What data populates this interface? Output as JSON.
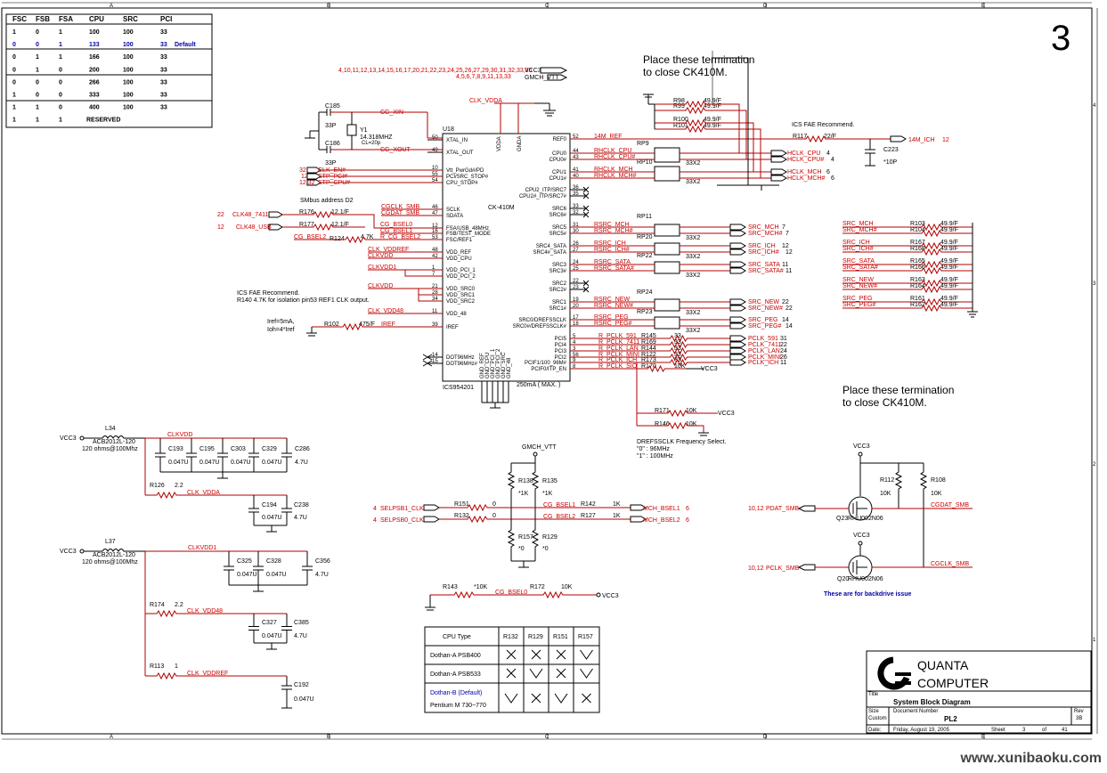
{
  "page_number": "3",
  "fsc_table": {
    "headers": [
      "FSC",
      "FSB",
      "FSA",
      "CPU",
      "SRC",
      "PCI"
    ],
    "rows": [
      [
        "1",
        "0",
        "1",
        "100",
        "100",
        "33",
        ""
      ],
      [
        "0",
        "0",
        "1",
        "133",
        "100",
        "33",
        "Default"
      ],
      [
        "0",
        "1",
        "1",
        "166",
        "100",
        "33",
        ""
      ],
      [
        "0",
        "1",
        "0",
        "200",
        "100",
        "33",
        ""
      ],
      [
        "0",
        "0",
        "0",
        "266",
        "100",
        "33",
        ""
      ],
      [
        "1",
        "0",
        "0",
        "333",
        "100",
        "33",
        ""
      ],
      [
        "1",
        "1",
        "0",
        "400",
        "100",
        "33",
        ""
      ],
      [
        "1",
        "1",
        "1",
        "RESERVED",
        "",
        "",
        ""
      ]
    ]
  },
  "notes": {
    "termination_top_1": "Place these termination",
    "termination_top_2": "to close CK410M.",
    "termination_mid_1": "Place these termination",
    "termination_mid_2": "to close CK410M.",
    "ics_fae_right": "ICS FAE Recommend.",
    "smbus": "SMbus address D2",
    "ics_fae_left_1": "ICS FAE Recommend.",
    "ics_fae_left_2": "R140 4.7K for isolation pin53 REF1 CLK output.",
    "iref_1": "Iref=5mA,",
    "iref_2": "Ioh=4*Iref",
    "drefssclk_1": "DREFSSCLK Frequency Select.",
    "drefssclk_2": "\"0\" : 96MHz",
    "drefssclk_3": "\"1\" : 100MHz",
    "backdrive": "These are for backdrive issue",
    "vcc3_pins": "4,10,11,12,13,14,15,16,17,20,21,22,23,24,25,26,27,29,30,31,32,33,36",
    "gmch_pins": "4,5,6,7,8,9,11,13,33"
  },
  "ic": {
    "ref": "U18",
    "name": "CK-410M",
    "part": "ICS954201",
    "current": "250mA ( MAX. )",
    "left_pins": [
      {
        "num": "50",
        "name": "XTAL_IN"
      },
      {
        "num": "49",
        "name": "XTAL_OUT"
      },
      {
        "num": "10",
        "name": "Vtt_PwrGd#/PD"
      },
      {
        "num": "55",
        "name": "PCI/SRC_STOP#"
      },
      {
        "num": "54",
        "name": "CPU_STOP#"
      },
      {
        "num": "46",
        "name": "SCLK"
      },
      {
        "num": "47",
        "name": "SDATA"
      },
      {
        "num": "12",
        "name": "FSA/USB_48MHz"
      },
      {
        "num": "16",
        "name": "FSB/TEST_MODE"
      },
      {
        "num": "53",
        "name": "FSC/REF1"
      },
      {
        "num": "48",
        "name": "VDD_REF"
      },
      {
        "num": "42",
        "name": "VDD_CPU"
      },
      {
        "num": "1",
        "name": "VDD_PCI_1"
      },
      {
        "num": "7",
        "name": "VDD_PCI_2"
      },
      {
        "num": "21",
        "name": "VDD_SRC0"
      },
      {
        "num": "28",
        "name": "VDD_SRC1"
      },
      {
        "num": "34",
        "name": "VDD_SRC2"
      },
      {
        "num": "11",
        "name": "VDD_48"
      },
      {
        "num": "39",
        "name": "IREF"
      },
      {
        "num": "14",
        "name": "DOT96MHz"
      },
      {
        "num": "15",
        "name": "DOT96MHz#"
      }
    ],
    "right_pins": [
      {
        "num": "52",
        "name": "REF0"
      },
      {
        "num": "44",
        "name": "CPU0"
      },
      {
        "num": "43",
        "name": "CPU0#"
      },
      {
        "num": "41",
        "name": "CPU1"
      },
      {
        "num": "40",
        "name": "CPU1#"
      },
      {
        "num": "36",
        "name": "CPU2_ITP/SRC7"
      },
      {
        "num": "35",
        "name": "CPU2#_ITP/SRC7#"
      },
      {
        "num": "33",
        "name": "SRC6"
      },
      {
        "num": "32",
        "name": "SRC6#"
      },
      {
        "num": "31",
        "name": "SRC5"
      },
      {
        "num": "30",
        "name": "SRC5#"
      },
      {
        "num": "26",
        "name": "SRC4_SATA"
      },
      {
        "num": "27",
        "name": "SRC4#_SATA"
      },
      {
        "num": "24",
        "name": "SRC3"
      },
      {
        "num": "25",
        "name": "SRC3#"
      },
      {
        "num": "22",
        "name": "SRC2"
      },
      {
        "num": "23",
        "name": "SRC2#"
      },
      {
        "num": "19",
        "name": "SRC1"
      },
      {
        "num": "20",
        "name": "SRC1#"
      },
      {
        "num": "17",
        "name": "SRC0/DREFSSCLK"
      },
      {
        "num": "18",
        "name": "SRC0#/DREFSSCLK#"
      },
      {
        "num": "5",
        "name": "PCI5"
      },
      {
        "num": "4",
        "name": "PCI4"
      },
      {
        "num": "3",
        "name": "PCI3"
      },
      {
        "num": "56",
        "name": "PCI2"
      },
      {
        "num": "9",
        "name": "PCIF1/100_96M#"
      },
      {
        "num": "8",
        "name": "PCIF0/ITP_EN"
      }
    ],
    "top_pins": [
      "VDDA",
      "GNDA"
    ],
    "bottom_pins": [
      "GND_REF",
      "GND_CPU",
      "GND_PCI_1",
      "GND_PCI_2",
      "GND_SRC",
      "GND_48"
    ]
  },
  "left_nets": {
    "cg_xin": "CG_XIN",
    "cg_xout": "CG_XOUT",
    "clk_en": "CLK_EN#",
    "stp_pci": "STP_PCI#",
    "stp_cpu": "STP_CPU#",
    "clk_en_ref": "32",
    "stp_pci_ref": "12",
    "stp_cpu_ref": "12,32",
    "cgclk_smb": "CGCLK_SMB",
    "cgdat_smb": "CGDAT_SMB",
    "clk48_7411": "CLK48_7411",
    "clk48_7411_ref": "22",
    "clk48_usb": "CLK48_USB",
    "clk48_usb_ref": "12",
    "r176": "R176",
    "r177": "R177",
    "r176_val": "12.1/F",
    "r177_val": "12.1/F",
    "cg_bsel0": "CG_BSEL0",
    "cg_bsel1": "CG_BSEL1",
    "cg_bsel2": "CG_BSEL2",
    "r_cg_bsel2": "R_CG_BSEL2",
    "r124": "R124",
    "r124_val": "4.7K",
    "clk_vddref": "CLK_VDDREF",
    "clkvdd": "CLKVDD",
    "clkvdd1": "CLKVDD1",
    "clk_vdd48": "CLK_VDD48",
    "r102": "R102",
    "r102_val": "475/F",
    "iref": "IREF",
    "clk_vdda": "CLK_VDDA",
    "vcc3": "VCC3",
    "gmch_vtt": "GMCH_VTT"
  },
  "crystal": {
    "c185": "C185",
    "c185_val": "33P",
    "c186": "C186",
    "c186_val": "33P",
    "y1": "Y1",
    "y1_val": "14.318MHZ",
    "y1_cl": "CL=20p"
  },
  "right_nets": {
    "ref": "14M_REF",
    "r117": "R117",
    "r117_val": "22/F",
    "ich_out": "14M_ICH",
    "ich_ref": "12",
    "c223": "C223",
    "c223_val": "*10P",
    "rp9": "RP9",
    "rp10": "RP10",
    "rp11": "RP11",
    "rp20": "RP20",
    "rp22": "RP22",
    "rp23": "RP23",
    "rp24": "RP24",
    "rp_val": "33X2",
    "rhclk_cpu": "RHCLK_CPU",
    "rhclk_cpu_n": "RHCLK_CPU#",
    "rhclk_mch": "RHCLK_MCH",
    "rhclk_mch_n": "RHCLK_MCH#",
    "hclk_cpu": "HCLK_CPU",
    "hclk_cpu_n": "HCLK_CPU#",
    "hclk_mch": "HCLK_MCH",
    "hclk_mch_n": "HCLK_MCH#",
    "hclk_ref": "4",
    "hclk_mch_ref": "6",
    "r98": "R98",
    "r99": "R99",
    "r100": "R100",
    "r101": "R101",
    "r49": "49.9/F",
    "rsrc_mch": "RSRC_MCH",
    "rsrc_mch_n": "RSRC_MCH#",
    "rsrc_ich": "RSRC_ICH",
    "rsrc_ich_n": "RSRC_ICH#",
    "rsrc_sata": "RSRC_SATA",
    "rsrc_sata_n": "RSRC_SATA#",
    "rsrc_new": "RSRC_NEW",
    "rsrc_new_n": "RSRC_NEW#",
    "rsrc_peg": "RSRC_PEG",
    "rsrc_peg_n": "RSRC_PEG#",
    "src_mch": "SRC_MCH",
    "src_mch_n": "SRC_MCH#",
    "src_ich": "SRC_ICH",
    "src_ich_n": "SRC_ICH#",
    "src_sata": "SRC_SATA",
    "src_sata_n": "SRC_SATA#",
    "src_new": "SRC_NEW",
    "src_new_n": "SRC_NEW#",
    "src_peg": "SRC_PEG",
    "src_peg_n": "SRC_PEG#",
    "ref7": "7",
    "ref12": "12",
    "ref11": "11",
    "ref22": "22",
    "ref14": "14",
    "r_pclk_591": "R_PCLK_591",
    "r_pclk_7411": "R_PCLK_7411",
    "r_pclk_lan": "R_PCLK_LAN",
    "r_pclk_mini": "R_PCLK_MINI",
    "r_pclk_ich": "R_PCLK_ICH",
    "r_pclk_sio": "R_PCLK_SIO",
    "pclk_591": "PCLK_591",
    "pclk_7411": "PCLK_7411",
    "pclk_lan": "PCLK_LAN",
    "pclk_mini": "PCLK_MINI",
    "pclk_ich": "PCLK_ICH",
    "pclk_591_ref": "31",
    "pclk_7411_ref": "22",
    "pclk_lan_ref": "24",
    "pclk_mini_ref": "26",
    "pclk_ich_ref": "11",
    "r145": "R145",
    "r169": "R169",
    "r144": "R144",
    "r122": "R122",
    "r173": "R173",
    "r170": "R170",
    "r33": "33",
    "r10k": "10K",
    "r171": "R171",
    "r146": "R146"
  },
  "src_term": {
    "labels": [
      "SRC_MCH",
      "SRC_MCH#",
      "SRC_ICH",
      "SRC_ICH#",
      "SRC_SATA",
      "SRC_SATA#",
      "SRC_NEW",
      "SRC_NEW#",
      "SRC_PEG",
      "SRC_PEG#"
    ],
    "refs": [
      "R103",
      "R104",
      "R167",
      "R168",
      "R165",
      "R166",
      "R163",
      "R164",
      "R161",
      "R162"
    ],
    "value": "49.9/F"
  },
  "power": {
    "l34": "L34",
    "l34_part": "ACB2012L-120",
    "l37": "L37",
    "l37_part": "ACB2012L-120",
    "ferrite": "120 ohms@100Mhz",
    "caps1": [
      "C193",
      "C195",
      "C303",
      "C329",
      "C286"
    ],
    "caps1_val": [
      "0.047U",
      "0.047U",
      "0.047U",
      "0.047U",
      "4.7U"
    ],
    "r126": "R126",
    "r126_val": "2.2",
    "c194": "C194",
    "c238": "C238",
    "caps2": [
      "C325",
      "C328",
      "C356"
    ],
    "caps2_val": [
      "0.047U",
      "0.047U",
      "4.7U"
    ],
    "r174": "R174",
    "r174_val": "2.2",
    "c327": "C327",
    "c385": "C385",
    "r113": "R113",
    "r113_val": "1",
    "c192": "C192",
    "v0047": "0.047U",
    "v47": "4.7U"
  },
  "bsel": {
    "r138": "R138",
    "r135": "R135",
    "r1k": "*1K",
    "selpsb1": "SELPSB1_CLK",
    "selpsb0": "SELPSB0_CLK",
    "sel_ref": "4",
    "r151": "R151",
    "r132": "R132",
    "r0": "0",
    "r142": "R142",
    "r127": "R127",
    "r1k2": "1K",
    "mch_bsel1": "MCH_BSEL1",
    "mch_bsel2": "MCH_BSEL2",
    "mch_ref": "6",
    "r157": "R157",
    "r129": "R129",
    "r0s": "*0",
    "r143": "R143",
    "r143_val": "*10K",
    "r172": "R172",
    "r172_val": "10K"
  },
  "mosfets": {
    "q23": "Q23",
    "q20": "Q20",
    "part": "RHU002N06",
    "r112": "R112",
    "r108": "R108",
    "r10k": "10K",
    "pdat": "PDAT_SMB",
    "pclk": "PCLK_SMB",
    "ref": "10,12",
    "cgdat": "CGDAT_SMB",
    "cgclk": "CGCLK_SMB"
  },
  "cpu_table": {
    "headers": [
      "CPU Type",
      "R132",
      "R129",
      "R151",
      "R157"
    ],
    "rows": [
      {
        "type": "Dothan-A PSB400",
        "sub": "",
        "marks": [
          "x",
          "x",
          "x",
          "v"
        ]
      },
      {
        "type": "Dothan-A PSB533",
        "sub": "",
        "marks": [
          "x",
          "v",
          "x",
          "v"
        ]
      },
      {
        "type": "Dothan-B (Default)",
        "sub": "Pentium M 730~770",
        "marks": [
          "v",
          "x",
          "v",
          "x"
        ]
      }
    ]
  },
  "title_block": {
    "company_1": "QUANTA",
    "company_2": "COMPUTER",
    "title_label": "Title",
    "title": "System Block Diagram",
    "size_label": "Size",
    "size": "Custom",
    "docnum_label": "Document Number",
    "docnum": "PL2",
    "rev_label": "Rev",
    "rev": "3B",
    "date_label": "Date:",
    "date": "Friday, August 19, 2005",
    "sheet_label": "Sheet",
    "sheet": "3",
    "of_label": "of",
    "of": "41"
  },
  "border": {
    "cols": [
      "A",
      "B",
      "C",
      "D",
      "E"
    ],
    "rows": [
      "4",
      "3",
      "2",
      "1"
    ]
  },
  "watermark": "www.xunibaoku.com"
}
